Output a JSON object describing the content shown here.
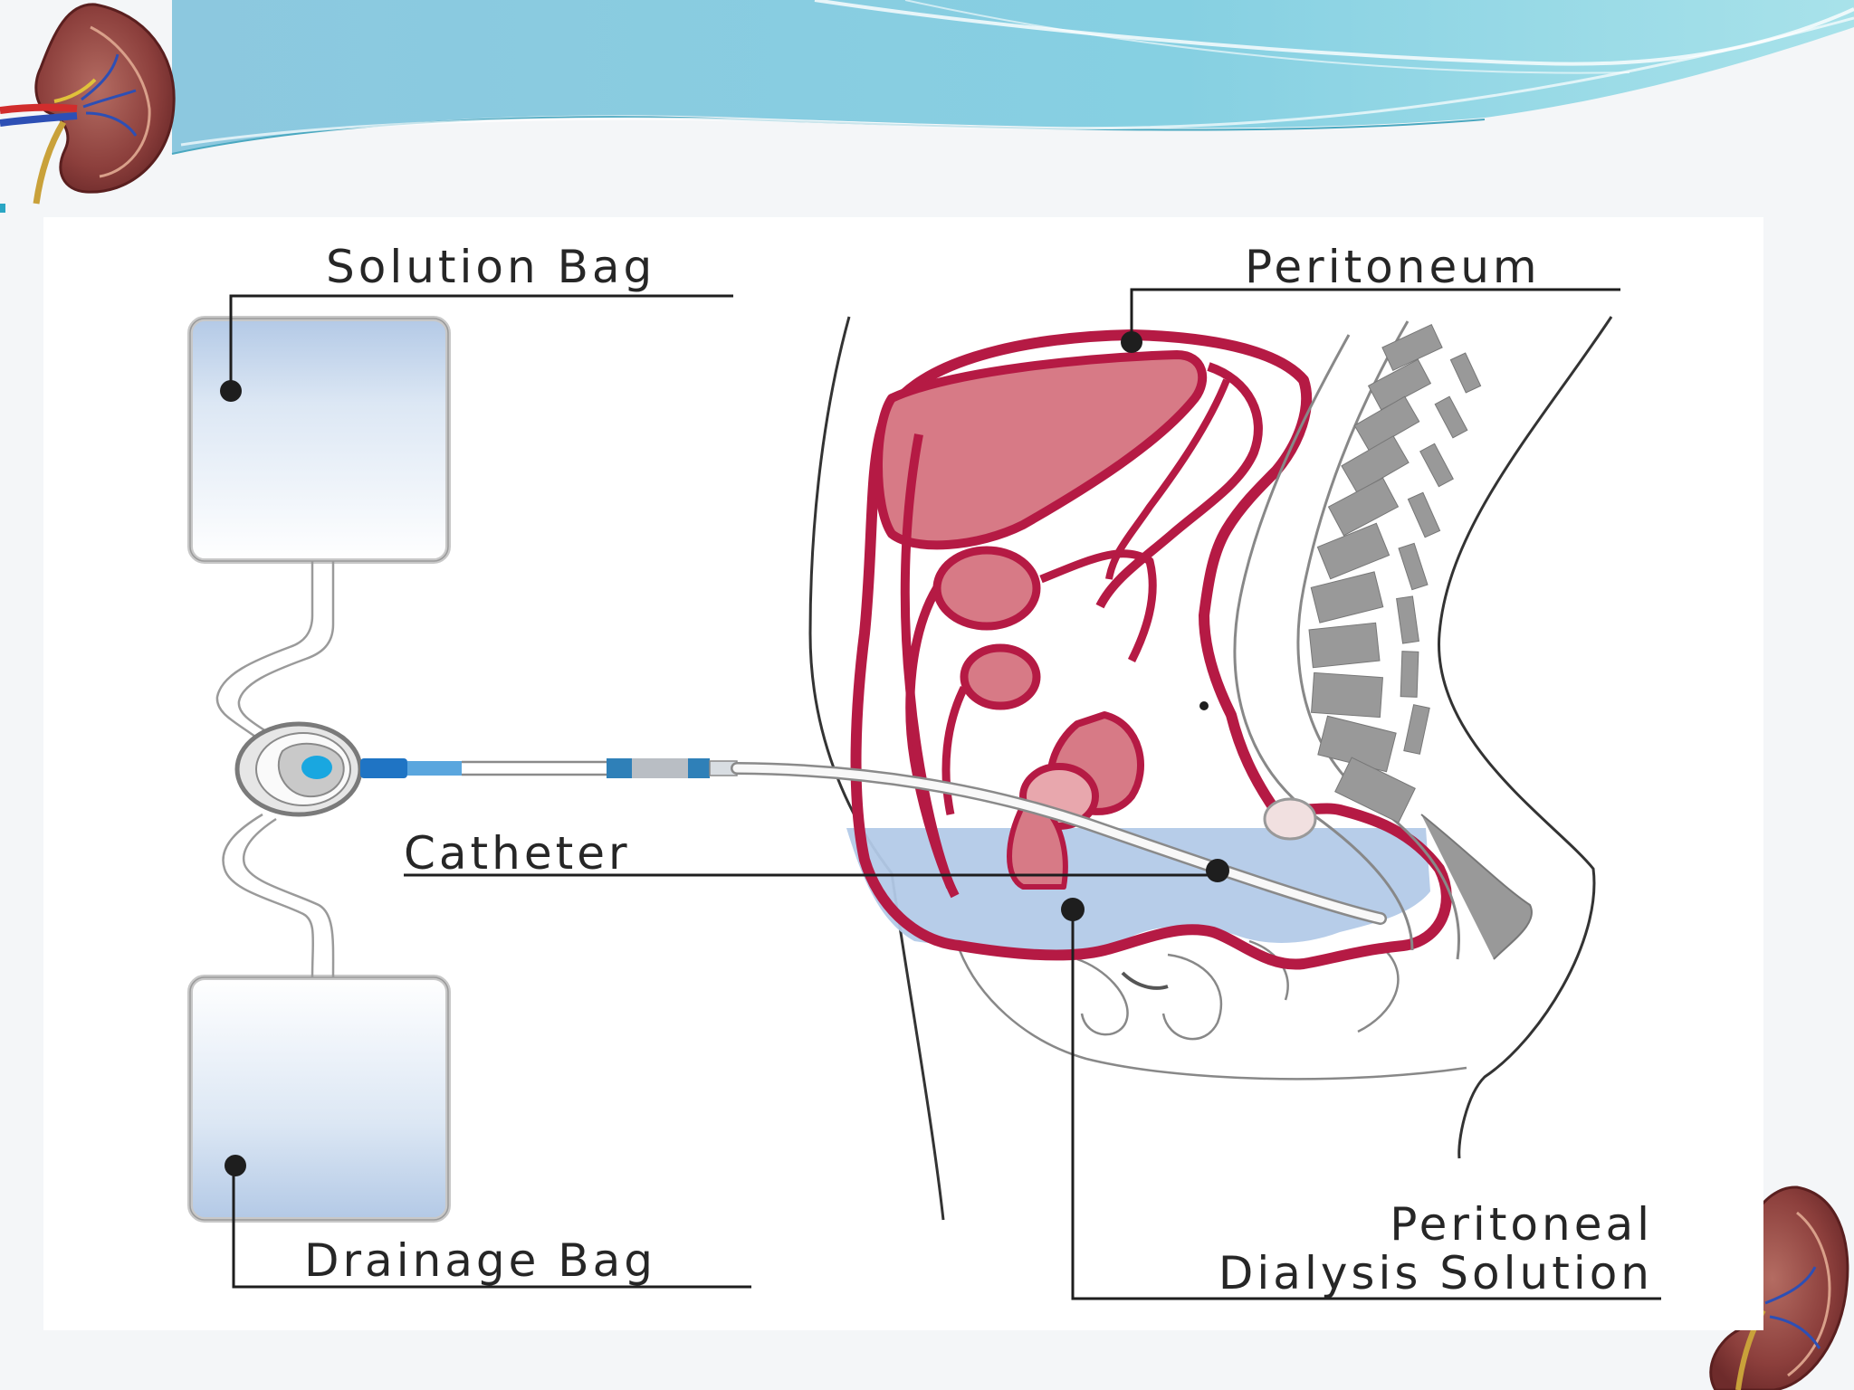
{
  "diagram": {
    "labels": {
      "solution_bag": "Solution Bag",
      "peritoneum": "Peritoneum",
      "catheter": "Catheter",
      "drainage_bag": "Drainage Bag",
      "pd_solution_line1": "Peritoneal",
      "pd_solution_line2": "Dialysis Solution"
    }
  },
  "colors": {
    "banner": "#7fcbe0",
    "organ_outline": "#b51a44",
    "organ_fill": "#d97a86",
    "dialysate": "#b4cde9",
    "spine": "#9a9a9a",
    "catheter_connector": "#2d86c8",
    "leader_line": "#1e1e1e"
  }
}
